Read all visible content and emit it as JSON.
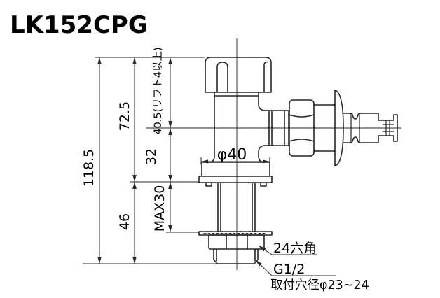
{
  "title": "LK152CPG",
  "dimensions": {
    "overall_height": "118.5",
    "upper_height": "72.5",
    "lift_height": "40.5(リフト4以上)",
    "body_to_deck": "32",
    "max_deck_thickness": "MAX30",
    "under_deck_length": "46",
    "flange_diameter": "φ40"
  },
  "callouts": {
    "hex_size": "24六角",
    "thread_size": "G1/2",
    "mounting_hole": "取付穴径φ23~24"
  },
  "colors": {
    "line": "#2b2523",
    "text": "#000000",
    "background": "#ffffff"
  }
}
